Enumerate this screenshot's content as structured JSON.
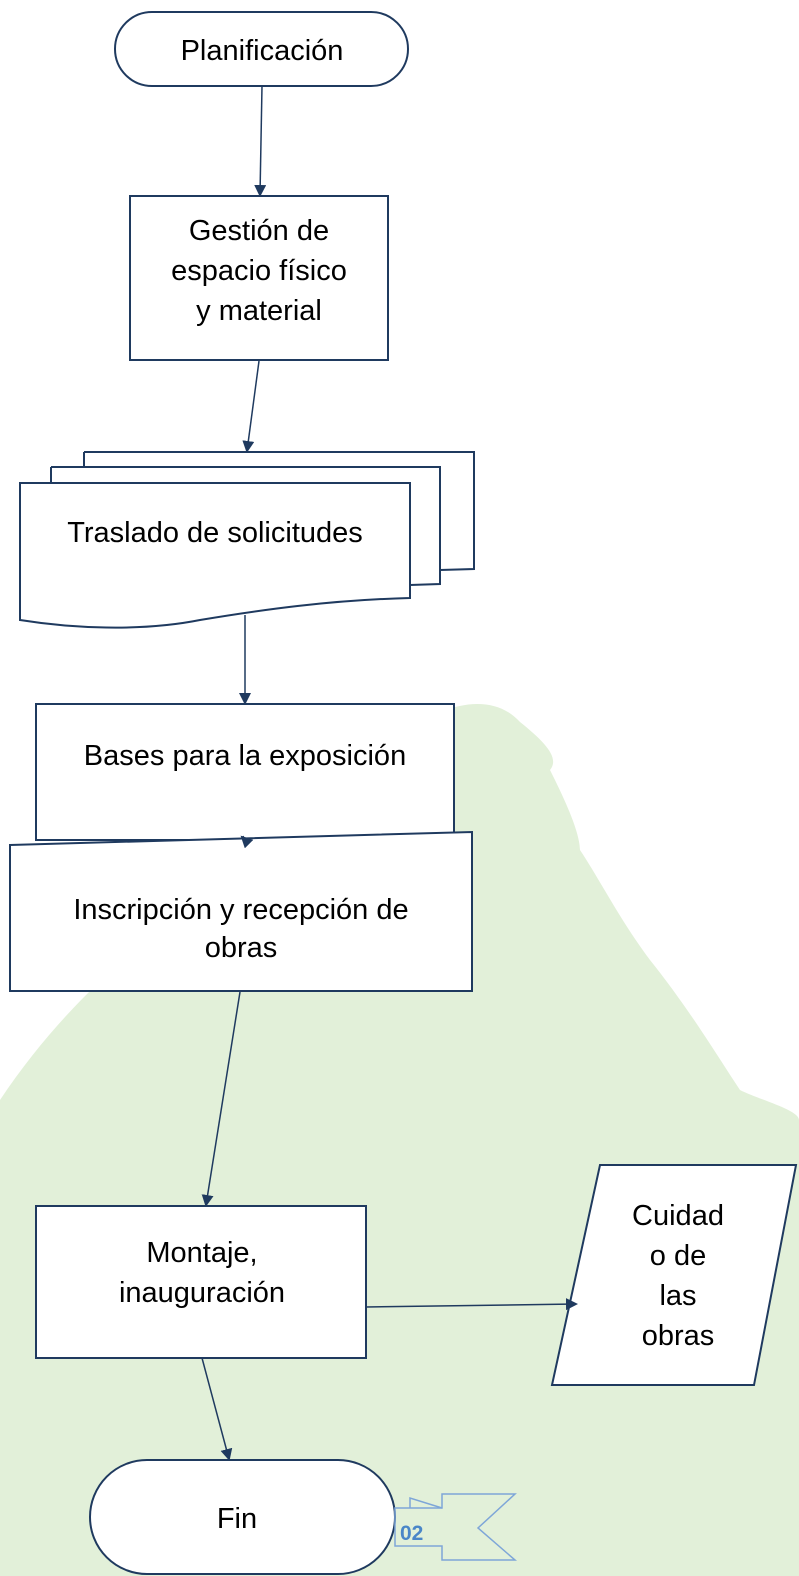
{
  "colors": {
    "background": "#ffffff",
    "hill": "#e2f0d9",
    "node_fill": "#ffffff",
    "node_stroke": "#1f3a5f",
    "arrow": "#1f3a5f",
    "text": "#000000",
    "ribbon": "#7ea6d8",
    "page_number": "#4a86c8"
  },
  "nodes": {
    "planificacion": {
      "lines": [
        "Planificación"
      ]
    },
    "gestion": {
      "lines": [
        "Gestión de",
        "espacio físico",
        "y material"
      ]
    },
    "traslado": {
      "lines": [
        "Traslado de solicitudes"
      ]
    },
    "bases": {
      "lines": [
        "Bases para la exposición"
      ]
    },
    "inscripcion": {
      "lines": [
        "Inscripción y recepción de",
        "obras"
      ]
    },
    "montaje": {
      "lines": [
        "Montaje,",
        "inauguración"
      ]
    },
    "cuidado": {
      "lines": [
        "Cuidad",
        "o de",
        "las",
        "obras"
      ]
    },
    "fin": {
      "lines": [
        "Fin"
      ]
    }
  },
  "footer": {
    "page_number": "02"
  }
}
